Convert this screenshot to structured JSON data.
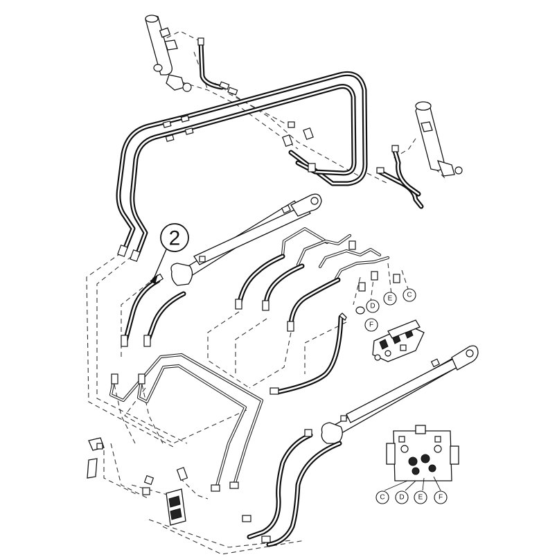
{
  "diagram": {
    "main_callout": "2",
    "port_labels_valve_upper": [
      "D",
      "E",
      "C",
      "F"
    ],
    "port_labels_valve_detail": [
      "C",
      "D",
      "E",
      "F"
    ]
  }
}
